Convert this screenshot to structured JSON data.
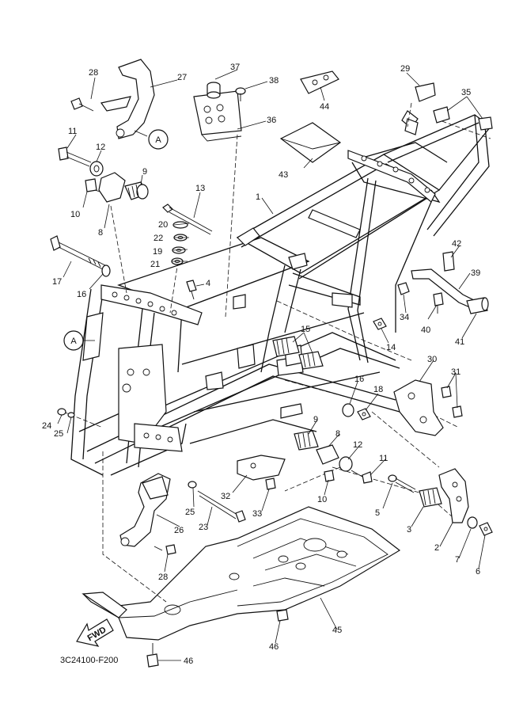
{
  "diagram": {
    "code": "3C24100-F200",
    "fwd_label": "FWD",
    "ref_marker": "A"
  },
  "parts": {
    "p1": "1",
    "p2": "2",
    "p3": "3",
    "p4": "4",
    "p5": "5",
    "p6": "6",
    "p7": "7",
    "p8a": "8",
    "p8b": "8",
    "p9a": "9",
    "p9b": "9",
    "p10a": "10",
    "p10b": "10",
    "p11a": "11",
    "p11b": "11",
    "p12a": "12",
    "p12b": "12",
    "p13": "13",
    "p14": "14",
    "p15": "15",
    "p16a": "16",
    "p16b": "16",
    "p17": "17",
    "p18": "18",
    "p19": "19",
    "p20": "20",
    "p21": "21",
    "p22": "22",
    "p23": "23",
    "p24": "24",
    "p25a": "25",
    "p25b": "25",
    "p26": "26",
    "p27": "27",
    "p28a": "28",
    "p28b": "28",
    "p29": "29",
    "p30": "30",
    "p31": "31",
    "p32": "32",
    "p33": "33",
    "p34": "34",
    "p35": "35",
    "p36": "36",
    "p37": "37",
    "p38": "38",
    "p39": "39",
    "p40": "40",
    "p41": "41",
    "p42": "42",
    "p43": "43",
    "p44": "44",
    "p45": "45",
    "p46a": "46",
    "p46b": "46"
  }
}
